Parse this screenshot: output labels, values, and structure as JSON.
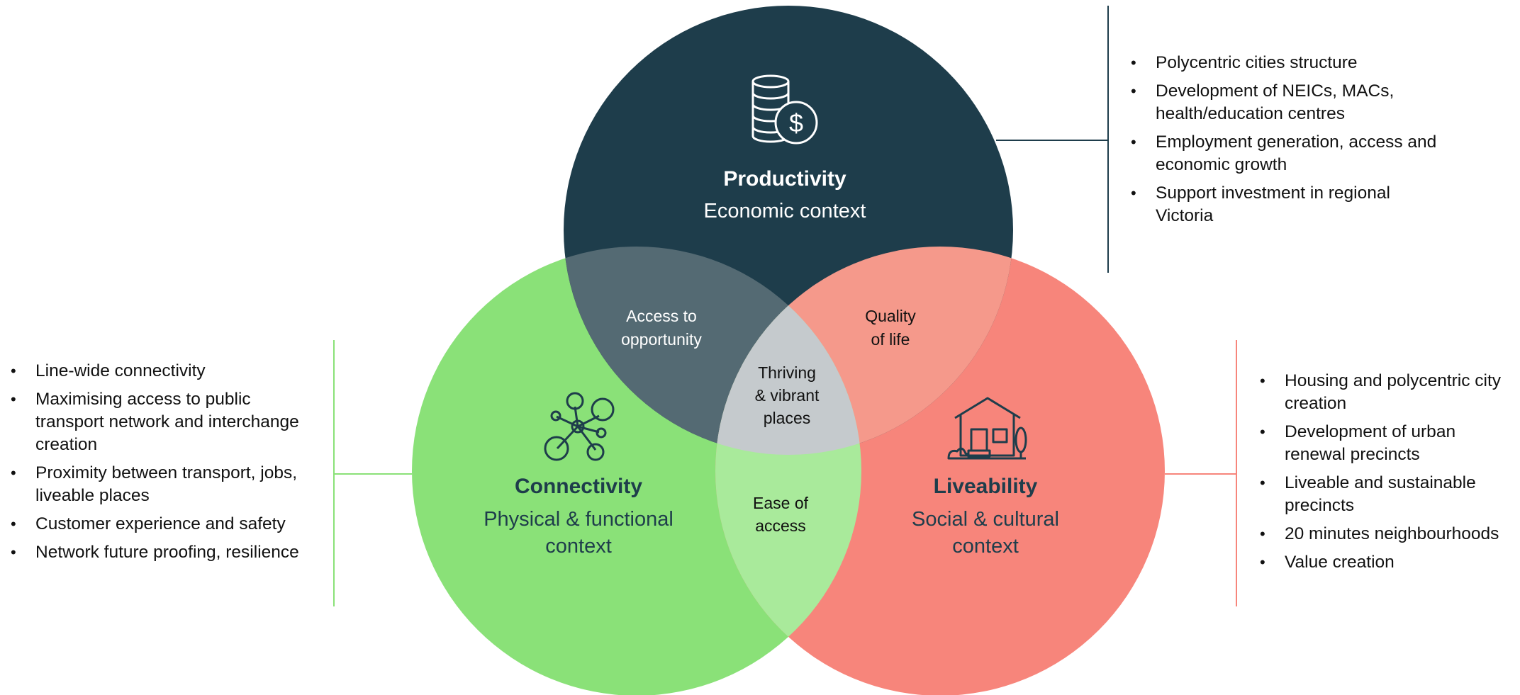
{
  "colors": {
    "productivity": "#1e3d4b",
    "connectivity": "#8ae178",
    "liveability": "#f7857b",
    "overlap_access": "#546a73",
    "overlap_quality": "#f5998b",
    "overlap_ease": "#a9ea9b",
    "overlap_center": "#c5cacd",
    "circle_label_text": "#1e3d4b"
  },
  "productivity": {
    "title": "Productivity",
    "subtitle": "Economic context",
    "icon": "coins-dollar-icon",
    "bullets": [
      "Polycentric cities structure",
      "Development  of NEICs, MACs, health/education  centres",
      "Employment generation,  access and economic growth",
      "Support investment  in regional  Victoria"
    ]
  },
  "connectivity": {
    "title": "Connectivity",
    "subtitle_line1": "Physical & functional",
    "subtitle_line2": "context",
    "icon": "network-nodes-icon",
    "bullets": [
      "Line-wide connectivity",
      "Maximising access to public transport network and interchange creation",
      "Proximity between transport, jobs, liveable places",
      "Customer experience and safety",
      "Network future proofing, resilience"
    ]
  },
  "liveability": {
    "title": "Liveability",
    "subtitle_line1": "Social & cultural",
    "subtitle_line2": "context",
    "icon": "house-icon",
    "bullets": [
      "Housing and polycentric city creation",
      "Development  of urban renewal precincts",
      "Liveable  and sustainable precincts",
      "20 minutes neighbourhoods",
      "Value creation"
    ]
  },
  "overlaps": {
    "access_line1": "Access to",
    "access_line2": "opportunity",
    "quality_line1": "Quality",
    "quality_line2": "of life",
    "ease_line1": "Ease of",
    "ease_line2": "access",
    "center_line1": "Thriving",
    "center_line2": "& vibrant",
    "center_line3": "places"
  }
}
